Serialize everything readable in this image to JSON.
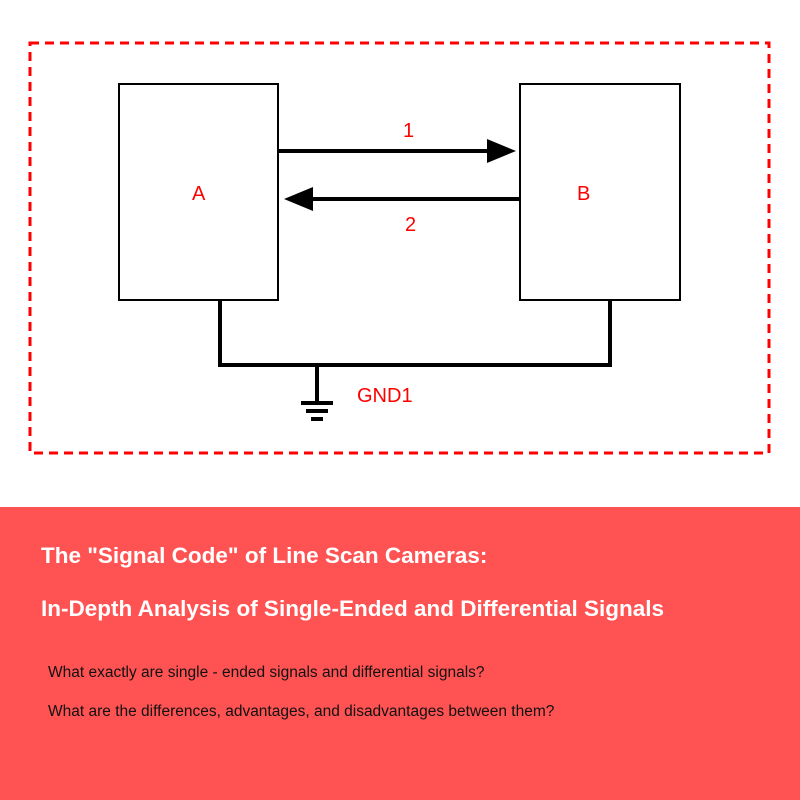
{
  "diagram": {
    "box_a": "A",
    "box_b": "B",
    "arrow_1": "1",
    "arrow_2": "2",
    "ground": "GND1"
  },
  "banner": {
    "title_line1": "The \"Signal Code\" of Line Scan Cameras:",
    "title_line2": "In-Depth Analysis of Single-Ended and Differential Signals",
    "question1": "What exactly are single - ended signals and differential signals?",
    "question2": "What are the differences, advantages, and disadvantages between them?"
  },
  "colors": {
    "accent": "#FF0000",
    "banner": "#FF5252"
  }
}
